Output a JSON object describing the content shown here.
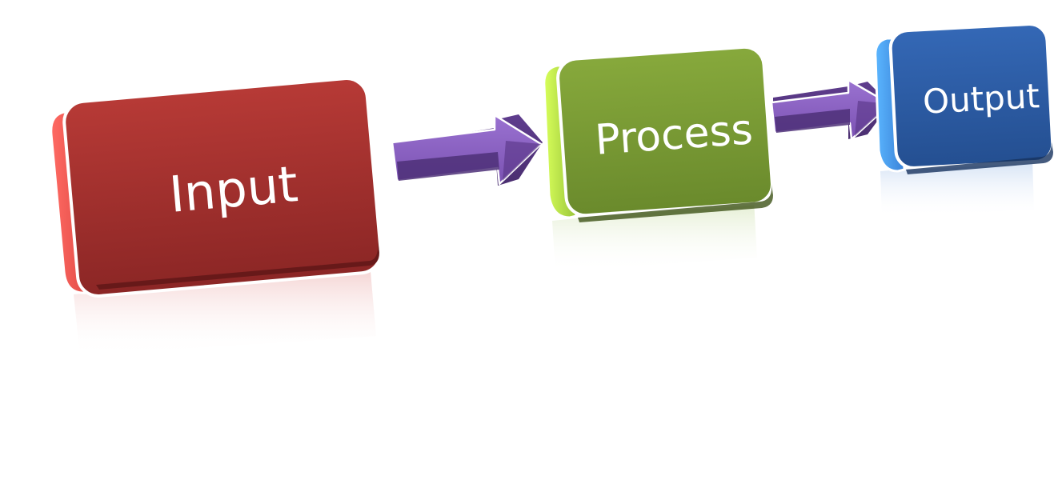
{
  "diagram": {
    "nodes": [
      {
        "id": "input",
        "label": "Input",
        "color": "#a93532",
        "edge_color": "#ff5a55"
      },
      {
        "id": "process",
        "label": "Process",
        "color": "#7e9e38",
        "edge_color": "#c6ef45"
      },
      {
        "id": "output",
        "label": "Output",
        "color": "#2c5fa6",
        "edge_color": "#4aa8ff"
      }
    ],
    "arrows": [
      {
        "from": "input",
        "to": "process",
        "color": "#7f55b4"
      },
      {
        "from": "process",
        "to": "output",
        "color": "#7f55b4"
      }
    ]
  }
}
